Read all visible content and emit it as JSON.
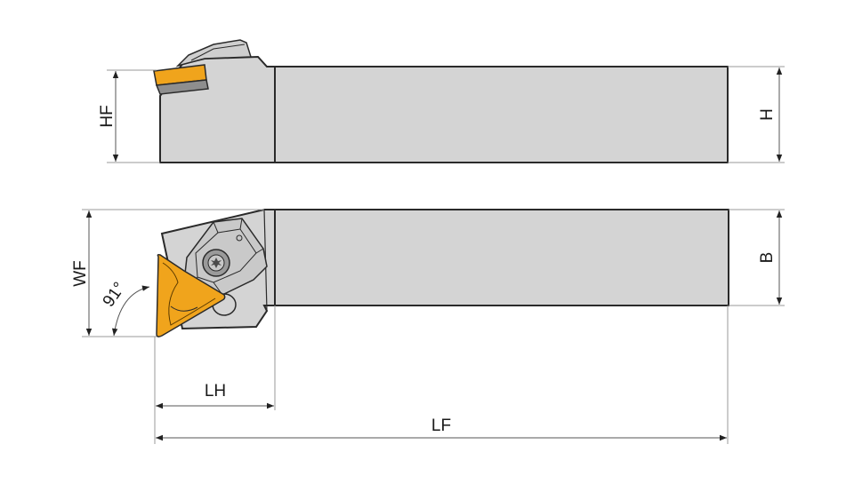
{
  "diagram": {
    "type": "technical-drawing",
    "subject": "turning tool holder",
    "views": [
      "side-view",
      "top-view"
    ],
    "labels": {
      "hf": "HF",
      "h": "H",
      "wf": "WF",
      "b": "B",
      "lh": "LH",
      "lf": "LF",
      "angle": "91°"
    },
    "colors": {
      "body": "#d4d4d4",
      "outline": "#2a2a2a",
      "insert": "#f0a41c",
      "shim": "#8e8e8e",
      "dim_line": "#9a9a9a"
    }
  }
}
